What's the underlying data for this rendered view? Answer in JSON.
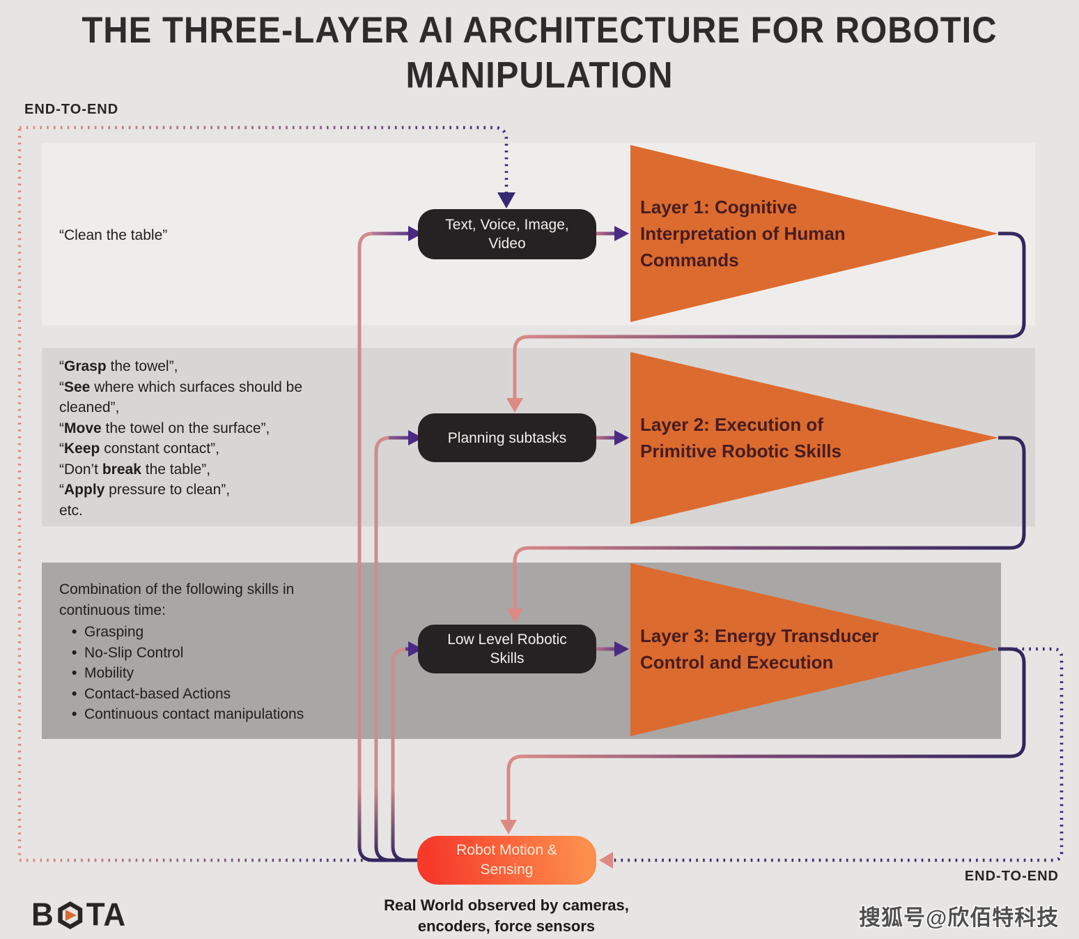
{
  "title_line1": "THE THREE-LAYER AI ARCHITECTURE FOR ROBOTIC",
  "title_line2": "MANIPULATION",
  "end_to_end_top": "END-TO-END",
  "end_to_end_bottom": "END-TO-END",
  "band1": {
    "quote": "“Clean the table”",
    "node_label": "Text, Voice, Image, Video",
    "layer_label": "Layer 1: Cognitive Interpretation of Human Commands"
  },
  "band2": {
    "lines": [
      "“**Grasp** the towel”,",
      "“**See** where which surfaces should be cleaned”,",
      "“**Move** the towel on the surface”,",
      "“**Keep** constant contact”,",
      "“Don’t **break** the table”,",
      "“**Apply** pressure to clean”,",
      "etc."
    ],
    "node_label": "Planning subtasks",
    "layer_label": "Layer 2: Execution of Primitive Robotic Skills"
  },
  "band3": {
    "intro": "Combination of the following skills in continuous time:",
    "bullets": [
      "Grasping",
      "No-Slip Control",
      "Mobility",
      "Contact-based Actions",
      "Continuous contact manipulations"
    ],
    "node_label": "Low Level Robotic Skills",
    "layer_label": "Layer 3: Energy Transducer Control and Execution"
  },
  "bottom": {
    "node_label": "Robot Motion & Sensing",
    "caption": "Real World observed by cameras, encoders, force sensors"
  },
  "logo": {
    "left": "B",
    "right": "TA"
  },
  "watermark": "搜狐号@欣佰特科技",
  "colors": {
    "triangle_orange": "#dc6b2f",
    "node_dark": "#262122",
    "line_indigo": "#32265e",
    "line_pink": "#d98a88",
    "arrow_purple": "#4b2a84",
    "dotted_indigo": "#352a72",
    "dotted_pink": "#df8b84",
    "robot_gradient_left": "#f6392a",
    "robot_gradient_right": "#fd8e4c"
  }
}
